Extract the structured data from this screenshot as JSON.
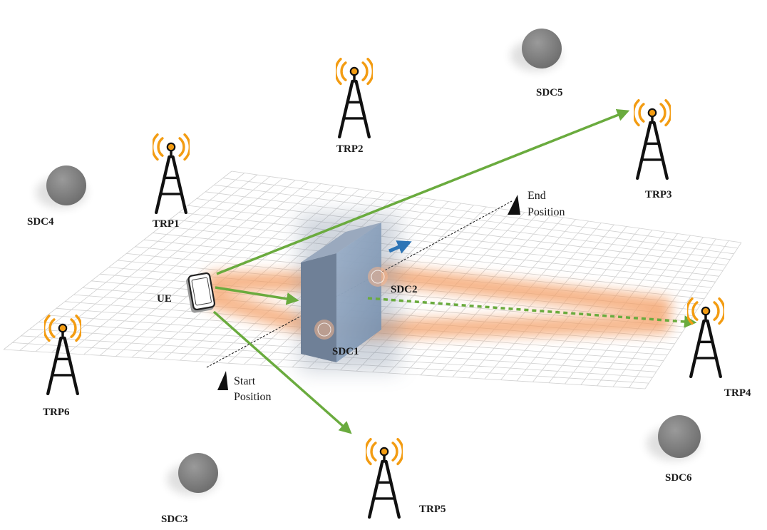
{
  "labels": {
    "ue": "UE",
    "sdc1": "SDC1",
    "sdc2": "SDC2",
    "sdc3": "SDC3",
    "sdc4": "SDC4",
    "sdc5": "SDC5",
    "sdc6": "SDC6",
    "trp1": "TRP1",
    "trp2": "TRP2",
    "trp3": "TRP3",
    "trp4": "TRP4",
    "trp5": "TRP5",
    "trp6": "TRP6",
    "start_line1": "Start",
    "start_line2": "Position",
    "end_line1": "End",
    "end_line2": "Position"
  },
  "colors": {
    "link_los": "#6aab3e",
    "link_blocked": "#6aab3e",
    "scatter_path": "#f4a36c",
    "antenna_waves": "#f39c12",
    "tower": "#111111",
    "blocker": "#8ba1bd",
    "sdc_sphere": "#7f7f7f",
    "motion_arrow": "#2e75b6",
    "grid": "#d0d0d0"
  },
  "icons": {
    "tower": "radio-tower-icon",
    "phone": "smartphone-icon",
    "position_marker": "triangle-marker-icon"
  }
}
